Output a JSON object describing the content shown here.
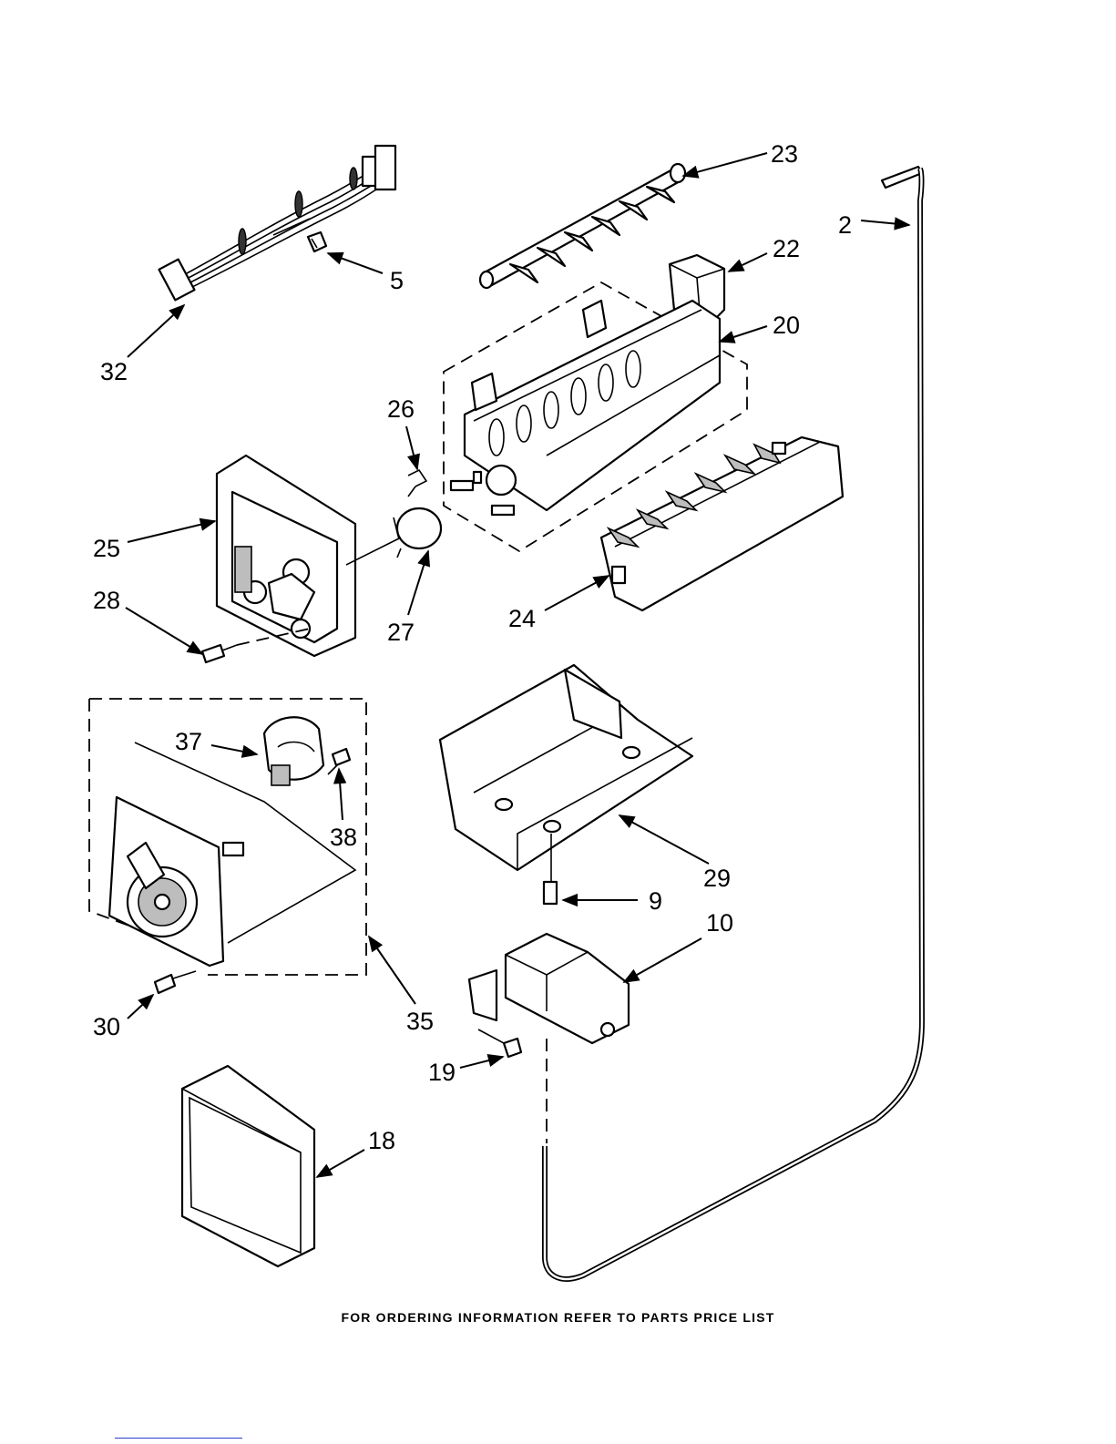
{
  "callouts": {
    "c2": "2",
    "c5": "5",
    "c9": "9",
    "c10": "10",
    "c18": "18",
    "c19": "19",
    "c20": "20",
    "c22": "22",
    "c23": "23",
    "c24": "24",
    "c25": "25",
    "c26": "26",
    "c27": "27",
    "c28": "28",
    "c29": "29",
    "c30": "30",
    "c32": "32",
    "c35": "35",
    "c37": "37",
    "c38": "38"
  },
  "footer": "FOR ORDERING INFORMATION REFER TO PARTS PRICE LIST"
}
